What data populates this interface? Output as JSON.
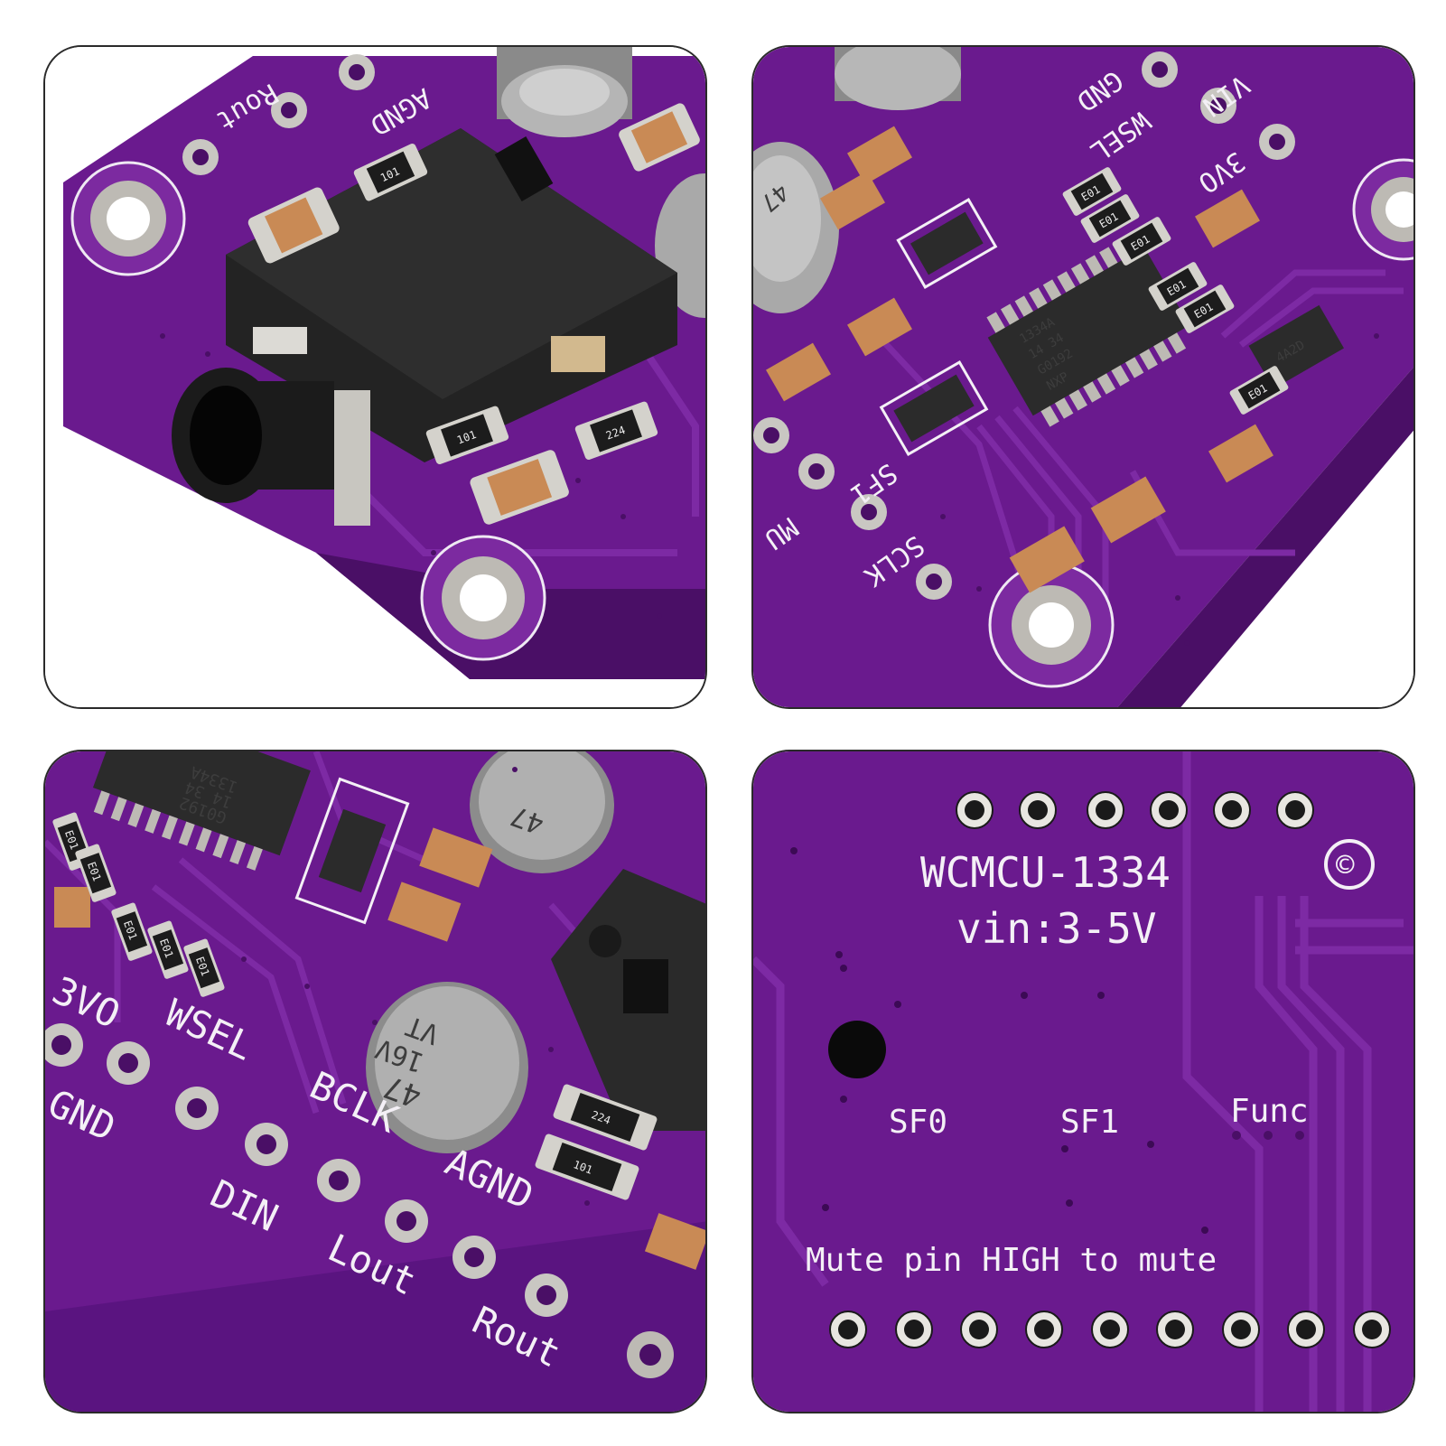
{
  "colors": {
    "pcb": "#6a1a8e",
    "pcb_dark": "#4a0f66",
    "trace": "#7d2aa4",
    "silkscreen": "#f4f0f6",
    "pad": "#c9c7c2",
    "jack": "#222222",
    "capacitor_ceramic": "#c98a55",
    "capacitor_electrolytic": "#a9a9a9",
    "chip": "#2b2b2b"
  },
  "panel_top_left": {
    "labels": {
      "rout": "Rout",
      "agnd": "AGND"
    },
    "resistor_marks": [
      "101",
      "101",
      "224"
    ]
  },
  "panel_top_right": {
    "labels": {
      "vin": "VIN",
      "gnd": "GND",
      "wsel": "WSEL",
      "v3": "3VO",
      "sf1": "SF1",
      "sclk": "SCLK",
      "mu": "MU"
    },
    "chip_marking": [
      "1334A",
      "14 34",
      "G0192",
      "NXP"
    ],
    "small_chip_marking": "4A2D",
    "resistor_marks": [
      "E01",
      "E01",
      "E01",
      "E01",
      "E01",
      "E01"
    ],
    "cap_marking": "47"
  },
  "panel_bottom_left": {
    "labels": {
      "v3": "3VO",
      "gnd": "GND",
      "wsel": "WSEL",
      "bclk": "BCLK",
      "agnd": "AGND",
      "din": "DIN",
      "lout": "Lout",
      "rout": "Rout"
    },
    "chip_marking": [
      "1334A",
      "14 34",
      "G0192"
    ],
    "cap_marking": [
      "47",
      "16V",
      "VT"
    ],
    "resistor_marks": [
      "E01",
      "E01",
      "E01",
      "E01",
      "E01",
      "224",
      "101"
    ]
  },
  "panel_bottom_right": {
    "title": "WCMCU-1334",
    "voltage": "vin:3-5V",
    "copyright": "©",
    "sf0": "SF0",
    "sf1": "SF1",
    "func": "Func",
    "mute_note": "Mute pin HIGH to mute"
  }
}
